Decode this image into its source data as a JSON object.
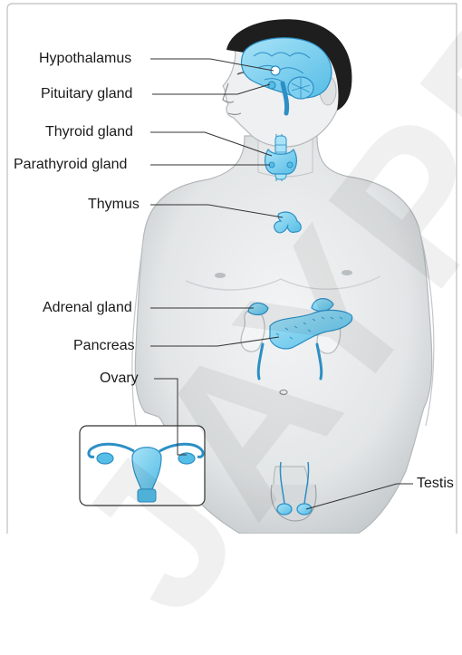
{
  "labels": {
    "hypothalamus": "Hypothalamus",
    "pituitary": "Pituitary gland",
    "thyroid": "Thyroid gland",
    "parathyroid": "Parathyroid gland",
    "thymus": "Thymus",
    "adrenal": "Adrenal gland",
    "pancreas": "Pancreas",
    "ovary": "Ovary",
    "testis": "Testis"
  },
  "watermark": "JAYPEE",
  "colors": {
    "gland_fill": "#7fd0f0",
    "gland_stroke": "#2c8fc4",
    "skin": "#e9ebec",
    "skin_shade": "#c9cdcf",
    "hair": "#1e1e1e",
    "leader": "#333333"
  }
}
